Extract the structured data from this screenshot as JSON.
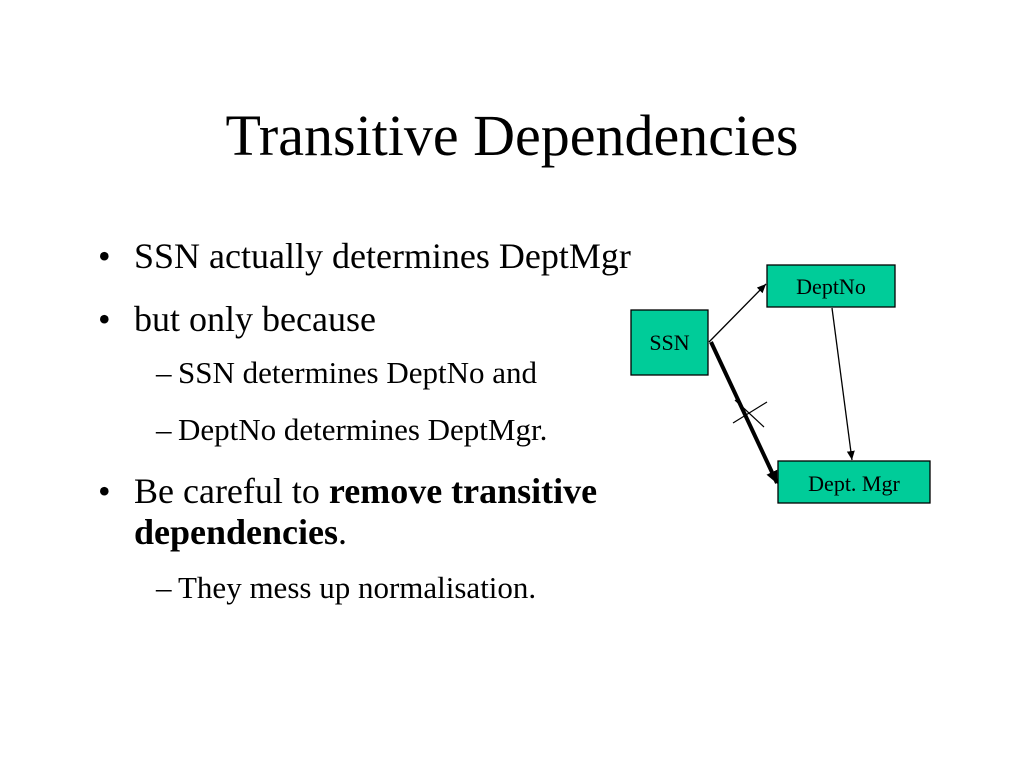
{
  "slide": {
    "title": "Transitive Dependencies",
    "bullets": [
      {
        "marker": "•",
        "text": "SSN actually determines DeptMgr"
      },
      {
        "marker": "•",
        "text": "but only because",
        "sub": [
          {
            "marker": "–",
            "text": "SSN determines DeptNo and"
          },
          {
            "marker": "–",
            "text": "DeptNo determines DeptMgr."
          }
        ]
      },
      {
        "marker": "•",
        "text_plain": "Be careful to ",
        "text_bold": "remove transitive dependencies",
        "text_end": ".",
        "sub": [
          {
            "marker": "–",
            "text": "They mess up normalisation."
          }
        ]
      }
    ]
  },
  "diagram": {
    "node_fill": "#00CC99",
    "nodes": {
      "ssn": "SSN",
      "deptno": "DeptNo",
      "deptmgr": "Dept. Mgr"
    }
  }
}
